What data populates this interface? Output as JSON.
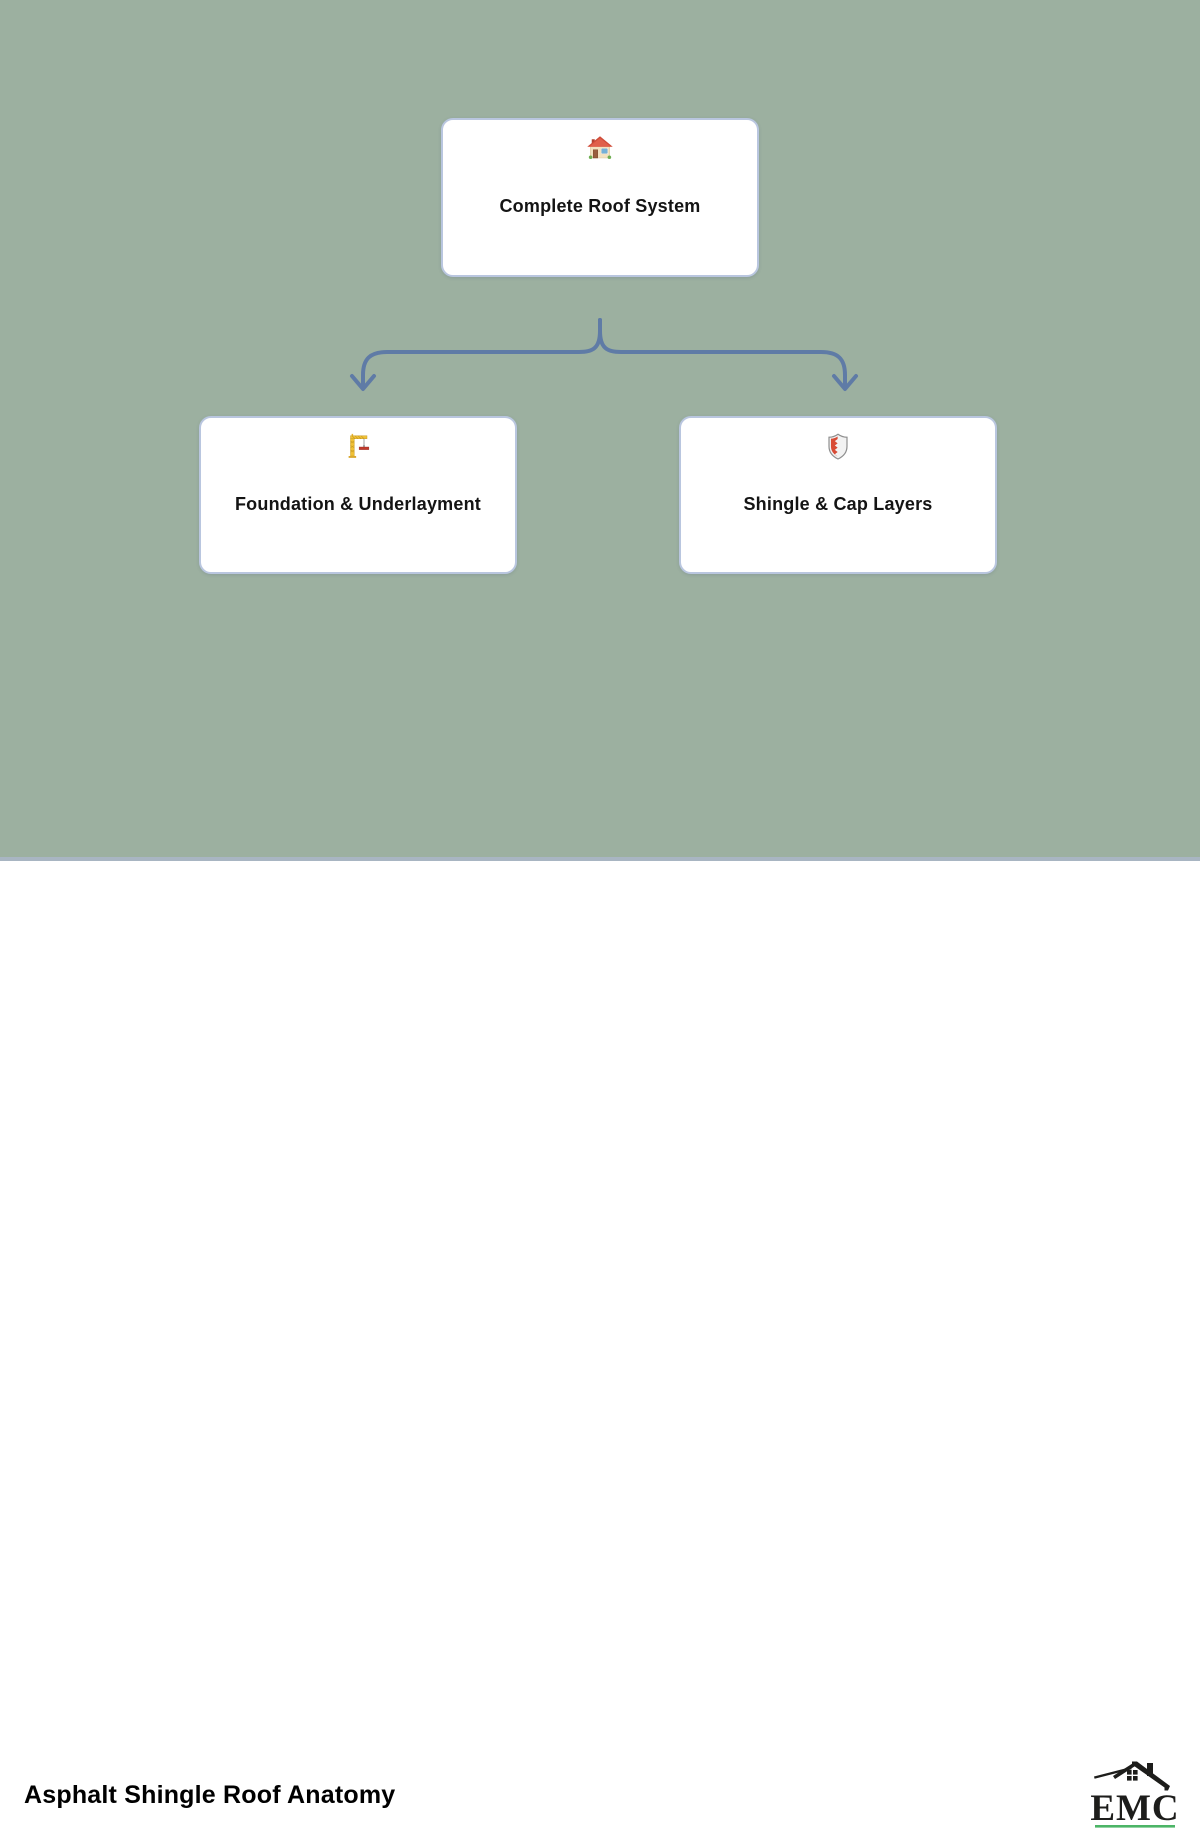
{
  "diagram": {
    "root": {
      "label": "Complete Roof System",
      "icon": "house-icon"
    },
    "children": [
      {
        "label": "Foundation & Underlayment",
        "icon": "construction-crane-icon"
      },
      {
        "label": "Shingle & Cap Layers",
        "icon": "shield-icon"
      }
    ]
  },
  "footer": {
    "title": "Asphalt Shingle Roof Anatomy",
    "logo_text": "EMC"
  },
  "colors": {
    "background": "#9cb0a0",
    "connector": "#5f7ba6",
    "card_background": "#ffffff",
    "card_border": "#b9c6df",
    "divider": "#a8b5c2",
    "logo_black": "#1d1d1b",
    "logo_green": "#4cb567"
  }
}
